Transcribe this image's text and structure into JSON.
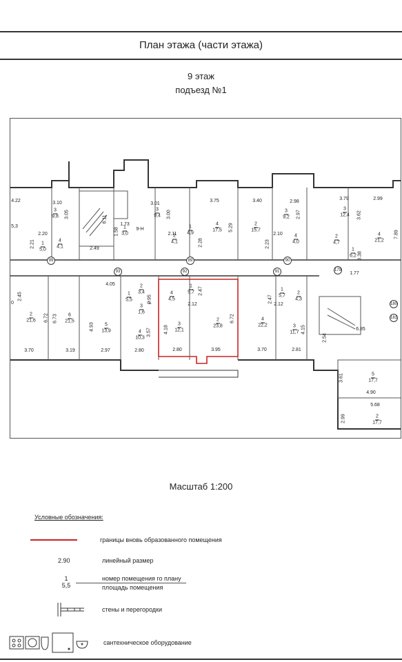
{
  "header": {
    "title": "План этажа (части этажа)",
    "floor": "9 этаж",
    "entrance": "подъезд №1"
  },
  "plan": {
    "rooms": [
      {
        "n": "3",
        "a": "9,8"
      },
      {
        "n": "4",
        "a": "4,1"
      },
      {
        "n": "1",
        "a": "5,0"
      },
      {
        "n": "1",
        "a": "3,0"
      },
      {
        "n": "3",
        "a": "9,4"
      },
      {
        "n": "2",
        "a": "4,1"
      },
      {
        "n": "1",
        "a": "4,9"
      },
      {
        "n": "4",
        "a": "17,5"
      },
      {
        "n": "2",
        "a": "15,7"
      },
      {
        "n": "3",
        "a": "9,2"
      },
      {
        "n": "4",
        "a": "4,0"
      },
      {
        "n": "3",
        "a": "12,4"
      },
      {
        "n": "2",
        "a": "4,7"
      },
      {
        "n": "1",
        "a": "6,2"
      },
      {
        "n": "4",
        "a": "21,2"
      },
      {
        "n": "2",
        "a": "21,6"
      },
      {
        "n": "6",
        "a": "21,5"
      },
      {
        "n": "5",
        "a": "13,9"
      },
      {
        "n": "1",
        "a": "5,5"
      },
      {
        "n": "2",
        "a": "3,4"
      },
      {
        "n": "3",
        "a": "1,6"
      },
      {
        "n": "4",
        "a": "10,3"
      },
      {
        "n": "4",
        "a": "4,5"
      },
      {
        "n": "1",
        "a": "5,7"
      },
      {
        "n": "3",
        "a": "12,1"
      },
      {
        "n": "2",
        "a": "23,8"
      },
      {
        "n": "4",
        "a": "22,2"
      },
      {
        "n": "1",
        "a": "5,7"
      },
      {
        "n": "2",
        "a": "4,3"
      },
      {
        "n": "3",
        "a": "11,7"
      },
      {
        "n": "5",
        "a": "17,7"
      },
      {
        "n": "2",
        "a": "17,7"
      }
    ],
    "dims": [
      "4.22",
      "3.10",
      "3.05",
      "2.20",
      "2.21",
      "2.49",
      "6.11",
      "1.73",
      "1.58",
      "9-Н",
      "3.01",
      "3.00",
      "2.11",
      "3.75",
      "5.29",
      "3.40",
      "2.98",
      "2.97",
      "2.23",
      "2.10",
      "3.79",
      "3.62",
      "2.99",
      "7.89",
      "3.38",
      "1.77",
      "2.45",
      "6.72",
      "6.73",
      "4.93",
      "4.05",
      "2.95",
      "3.57",
      "3.70",
      "3.19",
      "2.97",
      "2.80",
      "2.47",
      "2.12",
      "4.18",
      "6.72",
      "2.80",
      "3.95",
      "2.47",
      "2.12",
      "4.15",
      "3.70",
      "2.81",
      "2.54",
      "6.85",
      "3.61",
      "4.90",
      "5.68",
      "2.99",
      "5,3",
      "2.28",
      "1.",
      "0"
    ],
    "axes": [
      "99",
      "93",
      "92",
      "89",
      "90",
      "91",
      "179",
      "180",
      "181"
    ]
  },
  "scale": "Масштаб 1:200",
  "legend": {
    "title": "Условные обозначения:",
    "items": [
      {
        "sample": "",
        "text": "границы вновь образованного помещения"
      },
      {
        "sample": "2.90",
        "text": "линейный размер"
      },
      {
        "sample_n": "1",
        "sample_a": "5,5",
        "text1": "номер помещения го плану",
        "text2": "площадь помещения"
      },
      {
        "text": "стены и перегородки"
      },
      {
        "text": "сантехническое оборудование"
      }
    ]
  },
  "colors": {
    "boundary": "#cc2222",
    "wall": "#333333"
  }
}
